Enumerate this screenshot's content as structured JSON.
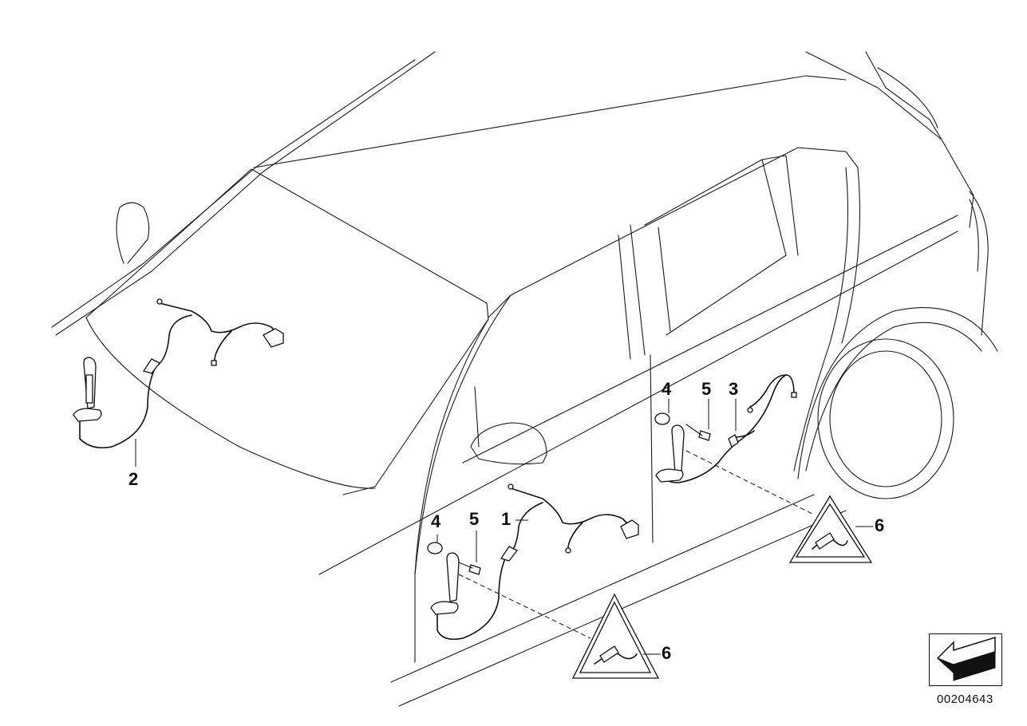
{
  "callouts": [
    {
      "id": "c2",
      "label": "2"
    },
    {
      "id": "c4a",
      "label": "4"
    },
    {
      "id": "c5a",
      "label": "5"
    },
    {
      "id": "c3",
      "label": "3"
    },
    {
      "id": "c4b",
      "label": "4"
    },
    {
      "id": "c5b",
      "label": "5"
    },
    {
      "id": "c1",
      "label": "1"
    },
    {
      "id": "c6a",
      "label": "6"
    },
    {
      "id": "c6b",
      "label": "6"
    }
  ],
  "diagram_id": "00204643",
  "colors": {
    "stroke": "#111111",
    "background": "#ffffff"
  }
}
